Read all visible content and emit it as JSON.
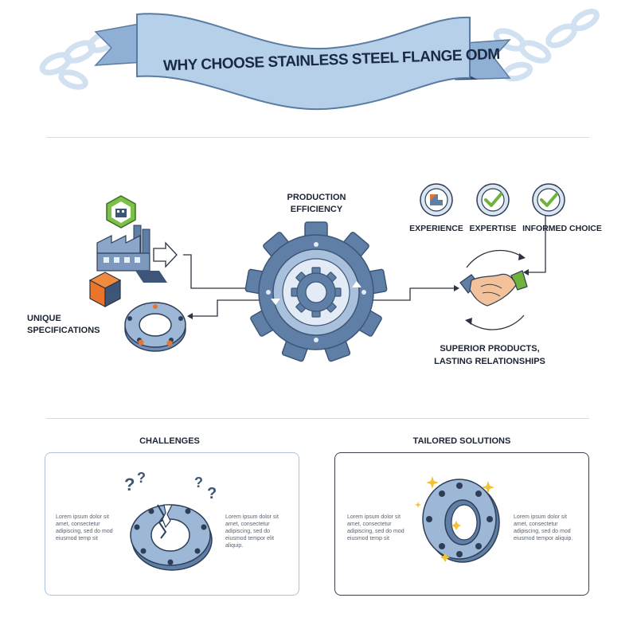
{
  "banner": {
    "title": "WHY CHOOSE STAINLESS STEEL FLANGE ODM"
  },
  "flow": {
    "center_label": [
      "PRODUCTION",
      "EFFICIENCY"
    ],
    "left_label": [
      "UNIQUE",
      "SPECIFICATIONS"
    ],
    "badges": [
      "EXPERIENCE",
      "EXPERTISE",
      "INFORMED CHOICE"
    ],
    "result_label": [
      "SUPERIOR PRODUCTS,",
      "LASTING RELATIONSHIPS"
    ]
  },
  "panels": {
    "challenges": {
      "title": "CHALLENGES",
      "left_text": "Lorem ipsum dolor sit amet, consectetur adipiscing, sed do mod eiusmod temp sit",
      "right_text": "Lorem ipsum dolor sit amet, consectetur adipiscing, sed do eiusmod tempor elit aliquip."
    },
    "solutions": {
      "title": "TAILORED SOLUTIONS",
      "left_text": "Lorem ipsum dolor sit amet, consectetur adipiscing, sed do mod eiusmod temp sit",
      "right_text": "Lorem ipsum dolor sit amet, consectetur adipiscing, sed do mod eiusmod tempor aliquip."
    }
  },
  "colors": {
    "steel": "#5f7fa6",
    "steel_dark": "#3d5678",
    "steel_light": "#a9c0dc",
    "ribbon": "#b7d0ea",
    "check_green": "#6fb33d",
    "orange": "#e9742a",
    "panel_border_left": "#a9c4e0",
    "panel_border_right": "#3a4150"
  }
}
